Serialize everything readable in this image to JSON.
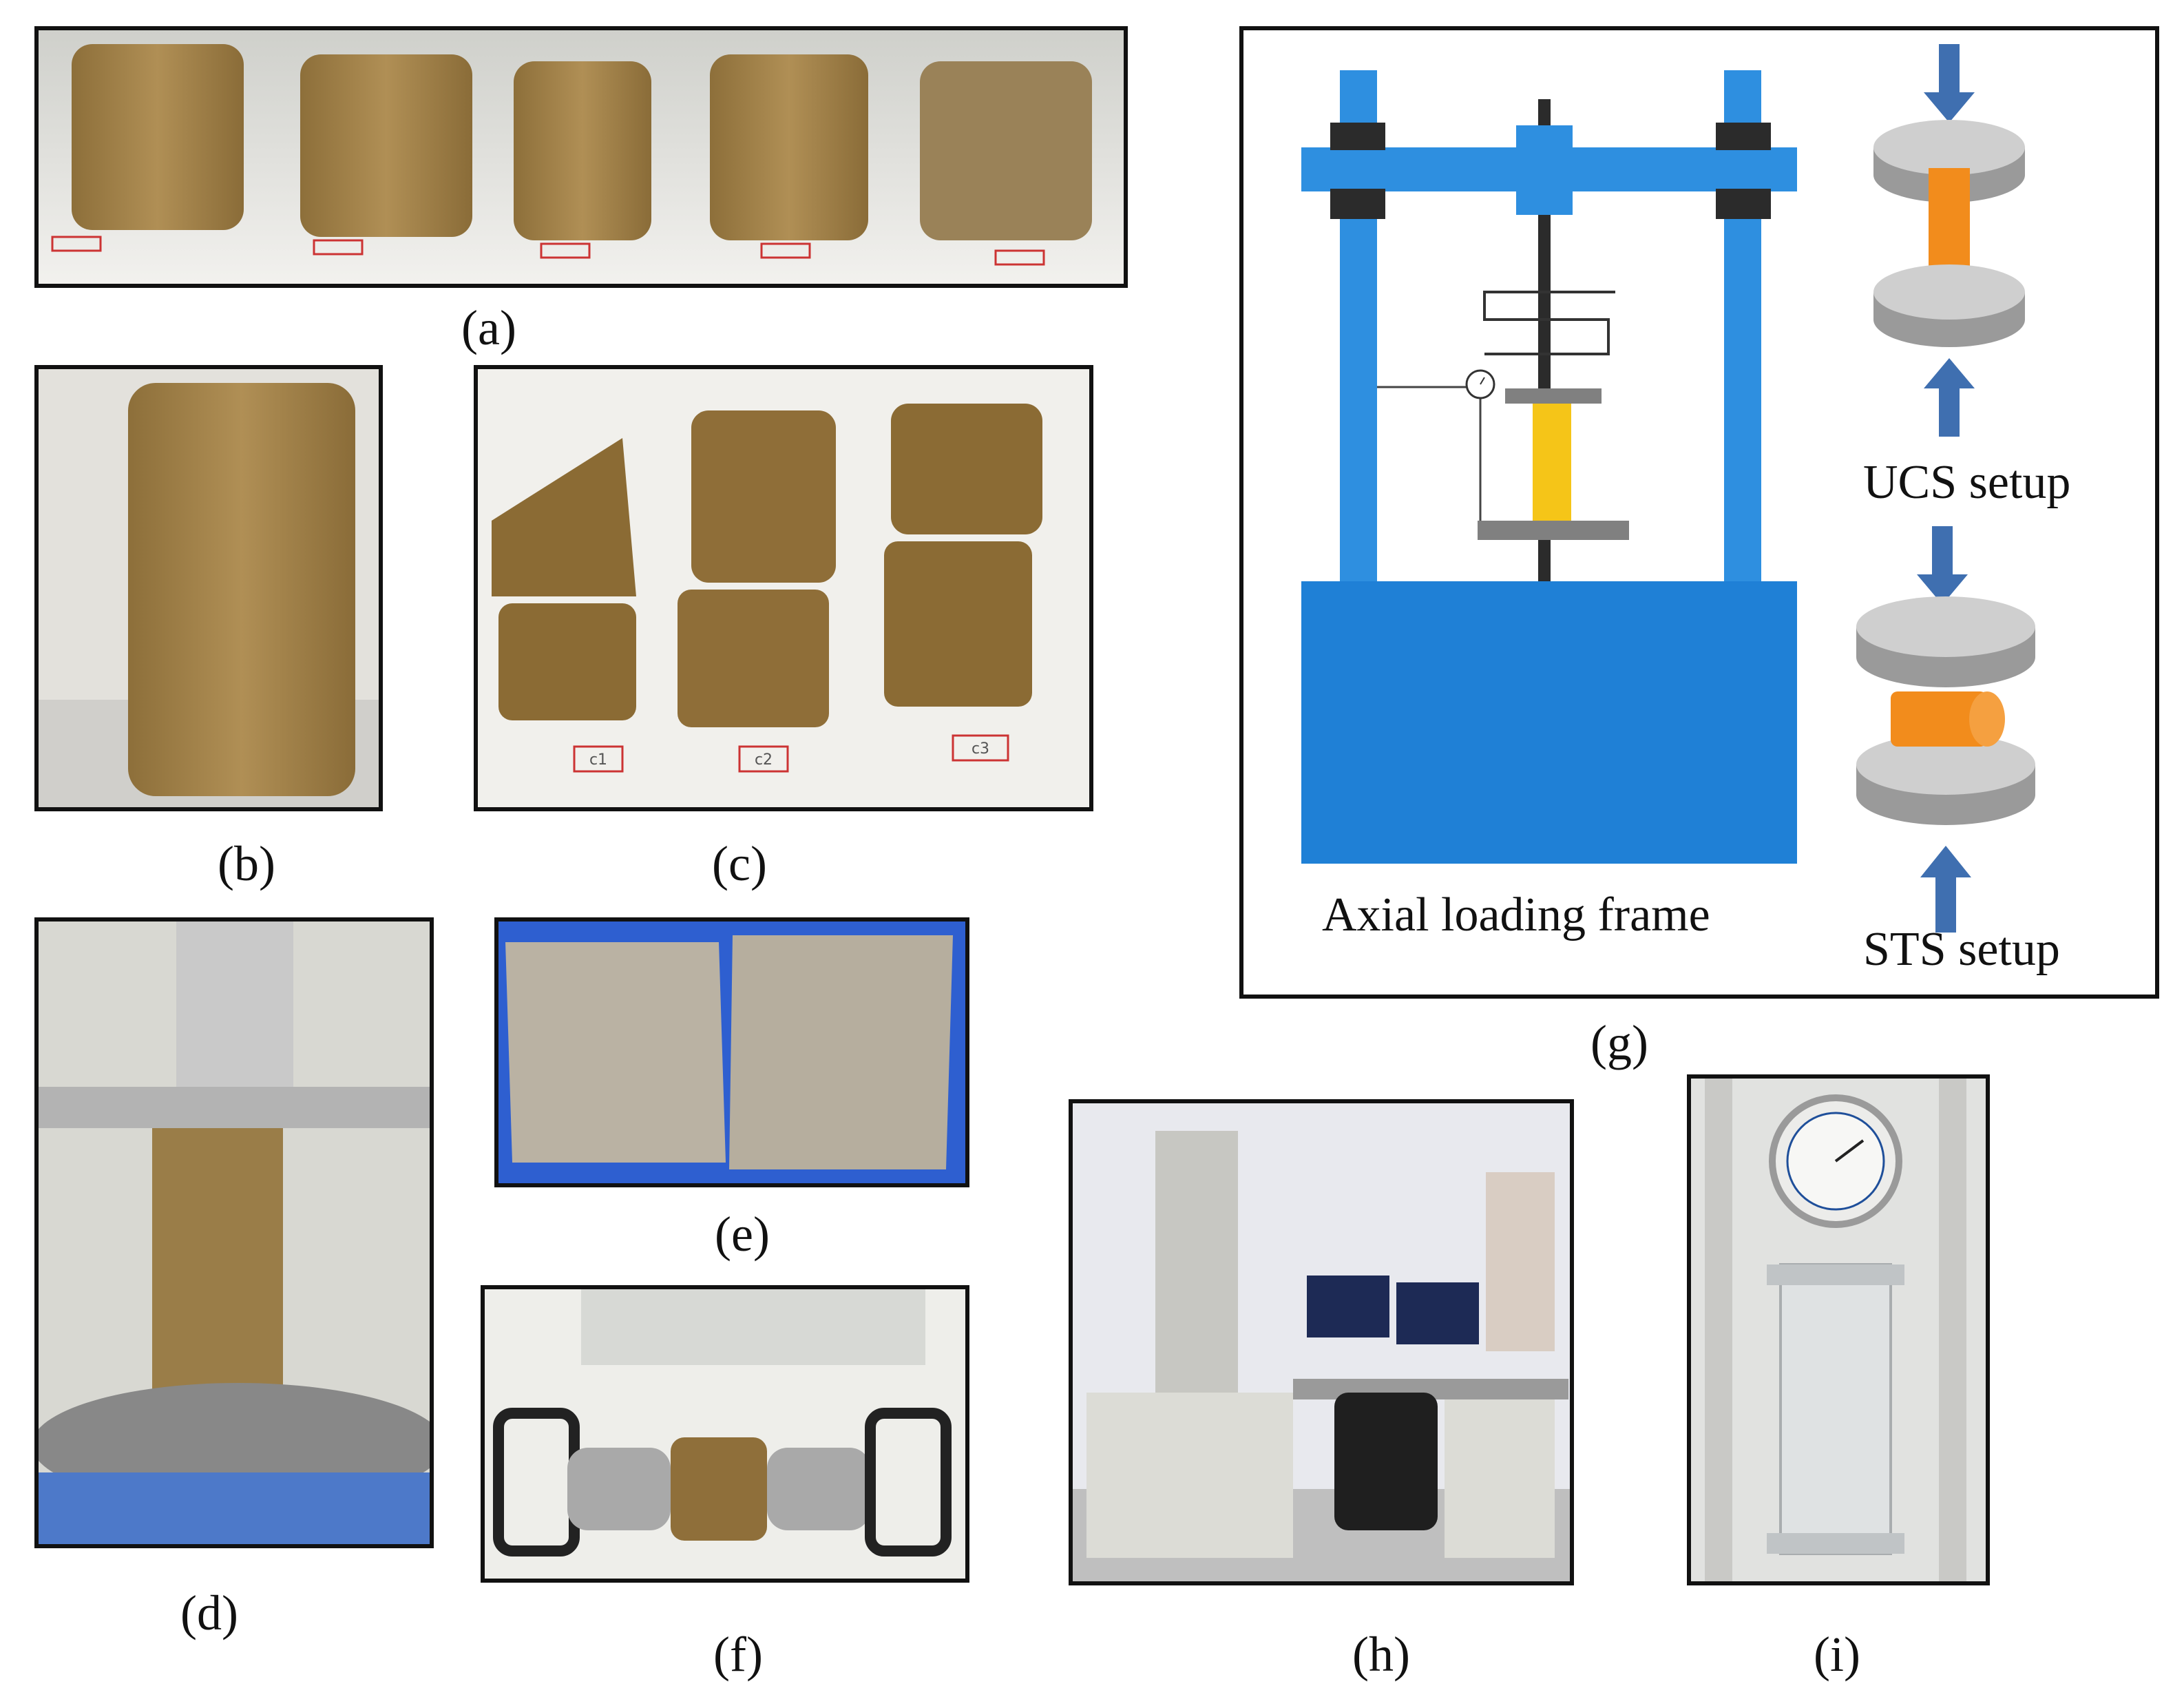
{
  "captions": {
    "a": "(a)",
    "b": "(b)",
    "c": "(c)",
    "d": "(d)",
    "e": "(e)",
    "f": "(f)",
    "g": "(g)",
    "h": "(h)",
    "i": "(i)"
  },
  "diagram": {
    "frame_label": "Axial loading frame",
    "ucs_label": "UCS setup",
    "sts_label": "STS setup"
  },
  "specimen_tags": [
    "c1",
    "c2",
    "c3"
  ],
  "colors": {
    "frame_blue": "#2e8fe0",
    "base_blue": "#1f80d6",
    "clamp_dark": "#2b2b2b",
    "specimen_yellow": "#f5c518",
    "specimen_orange": "#f28c1c",
    "platen_grey": "#bfbfbf",
    "arrow_blue": "#3f6fb0",
    "soil_brown": "#a98a4e"
  }
}
